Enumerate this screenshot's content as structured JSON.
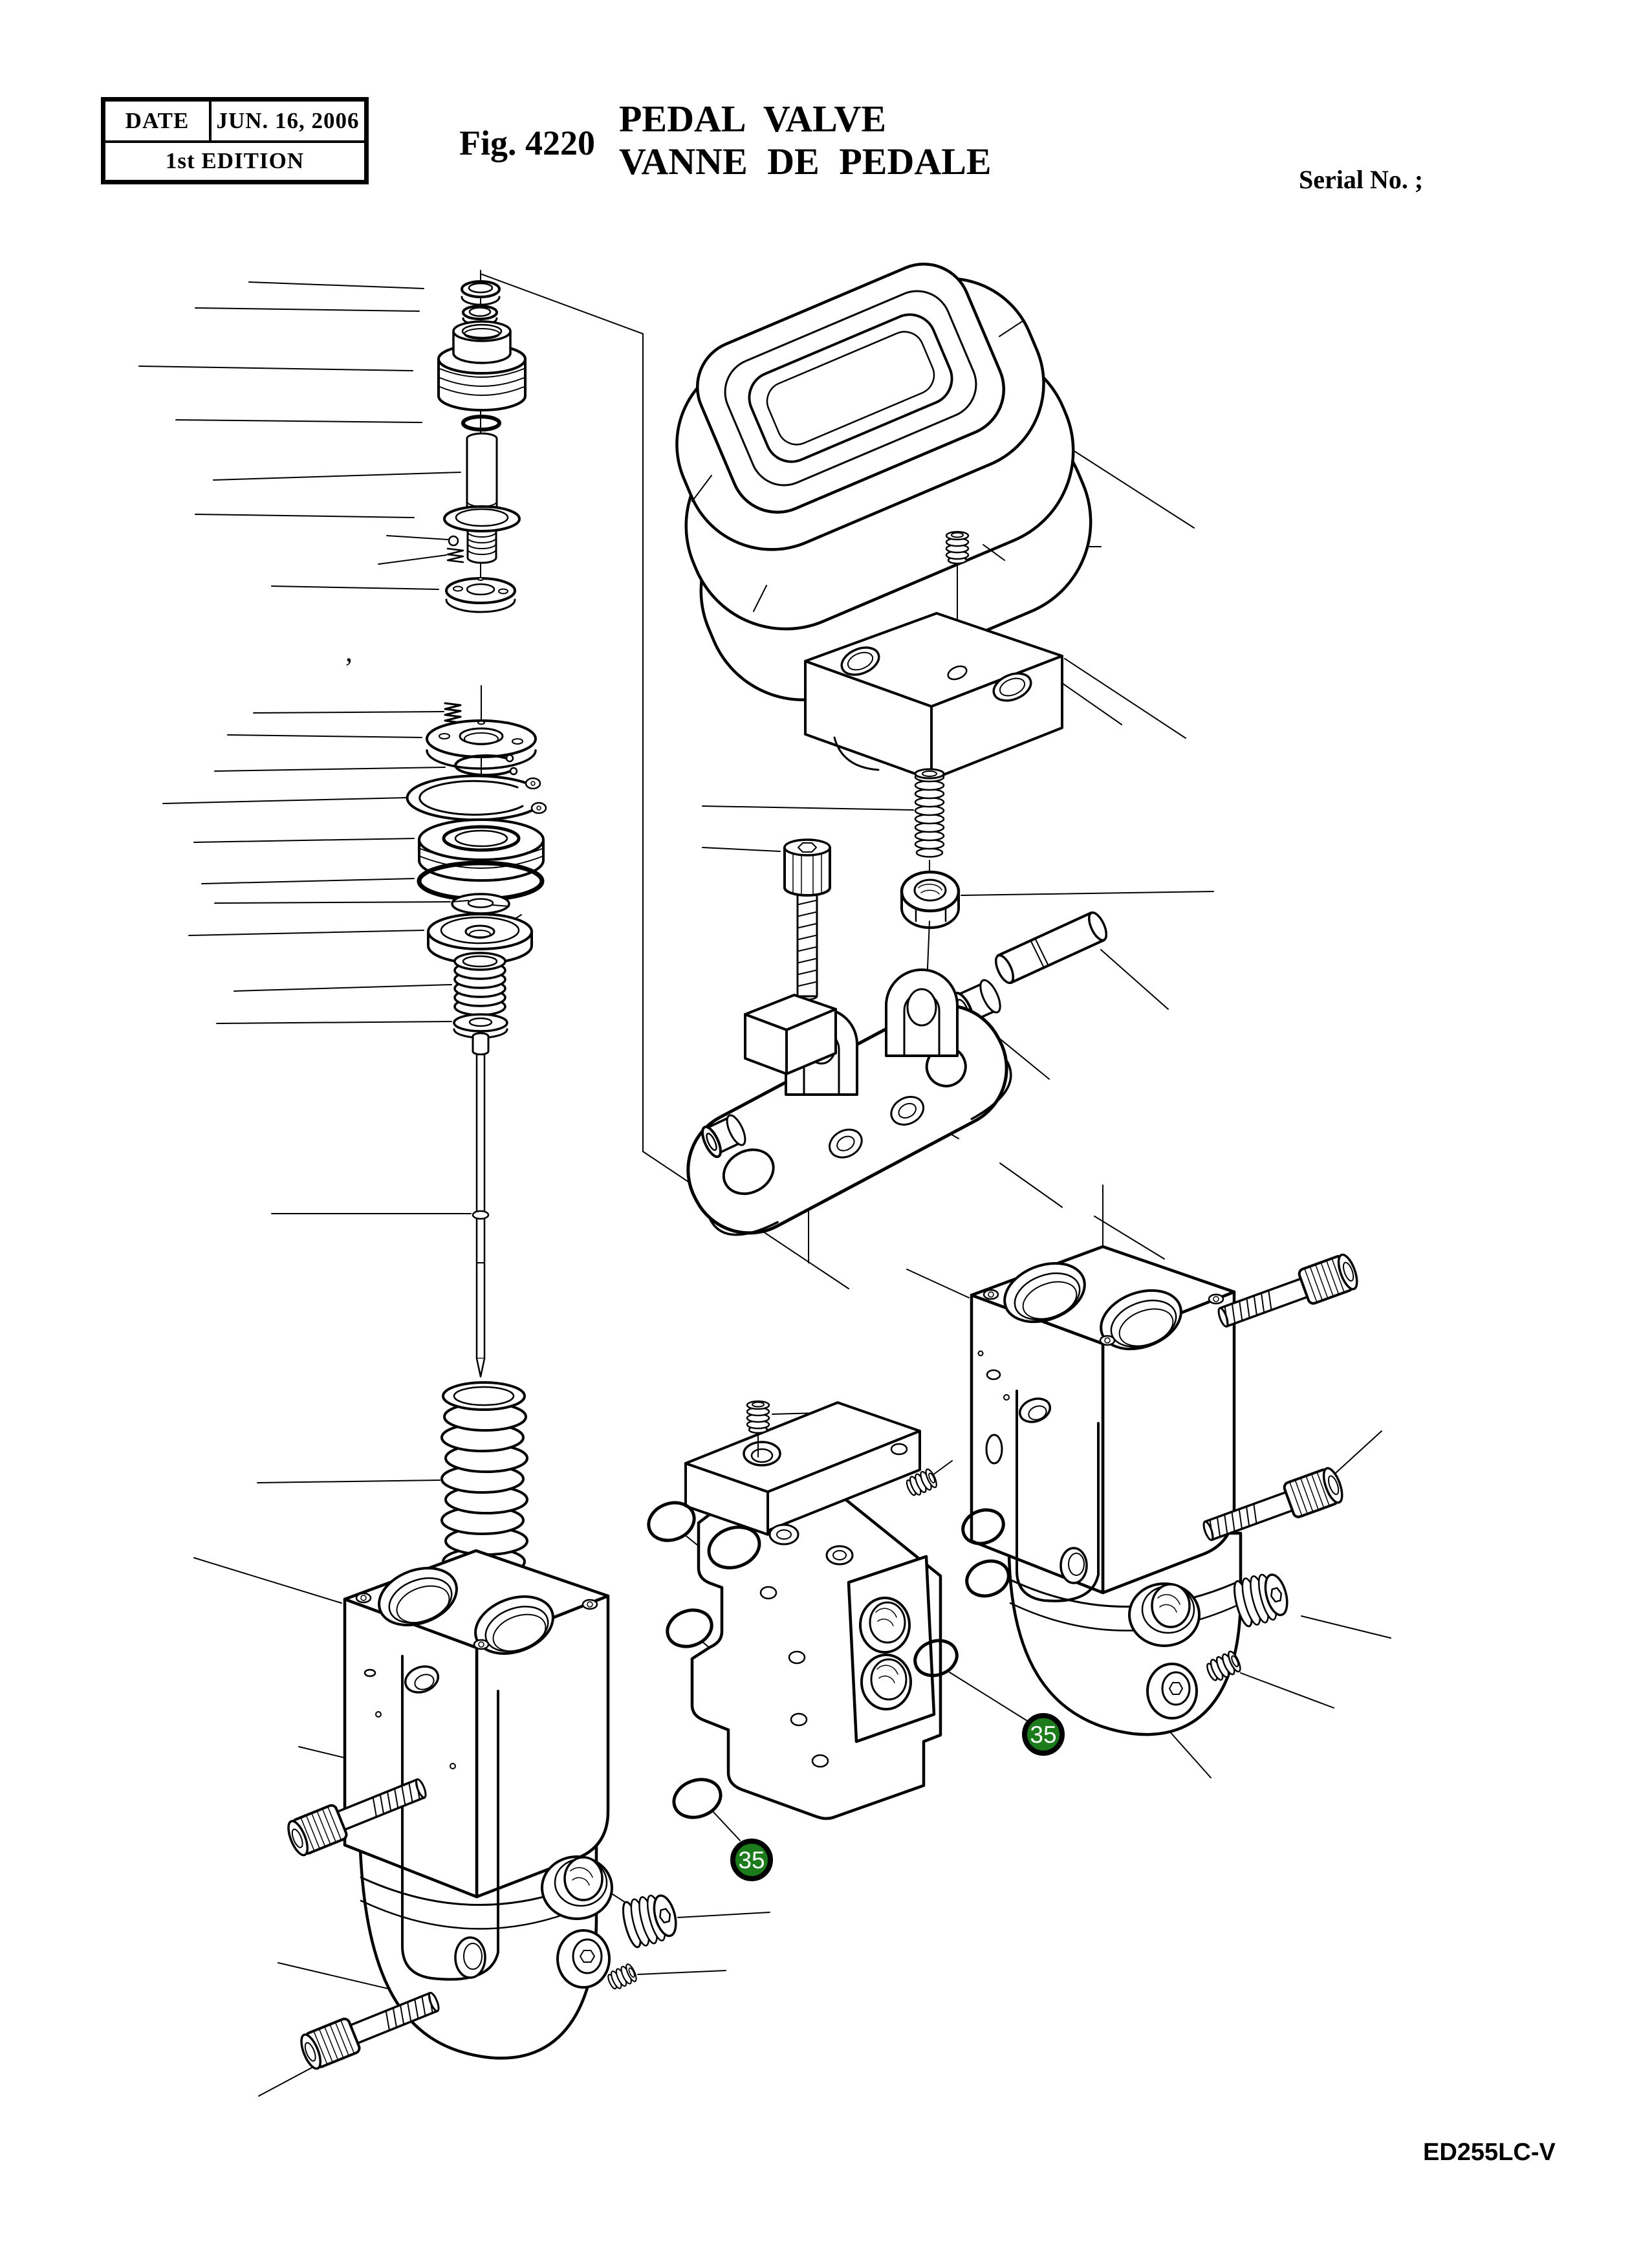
{
  "header": {
    "edition_table": {
      "date_label": "DATE",
      "date_value": "JUN. 16, 2006",
      "edition": "1st EDITION"
    },
    "figure_label": "Fig. 4220",
    "title_line1": "PEDAL VALVE",
    "title_line2": "VANNE DE PEDALE",
    "serial_label": "Serial No. ;"
  },
  "footer": {
    "drawing_code": "ED255LC-V"
  },
  "diagram": {
    "badge_color": "#1c7c1c",
    "callouts": [
      {
        "number": "35"
      },
      {
        "number": "35"
      }
    ],
    "stray_mark": ","
  }
}
